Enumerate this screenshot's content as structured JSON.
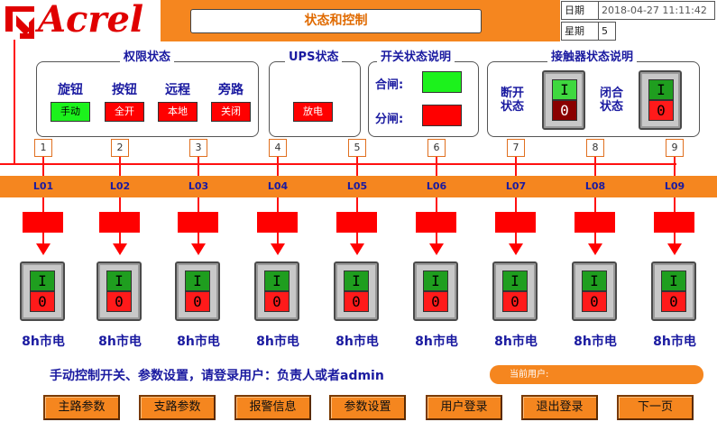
{
  "brand": {
    "logo_text": "Acrel"
  },
  "header": {
    "title": "状态和控制",
    "date_label": "日期",
    "date_value": "2018-04-27  11:11:42",
    "week_label": "星期",
    "week_value": "5"
  },
  "permissions": {
    "title": "权限状态",
    "items": [
      {
        "label": "旋钮",
        "value": "手动",
        "state": "green"
      },
      {
        "label": "按钮",
        "value": "全开",
        "state": "red"
      },
      {
        "label": "远程",
        "value": "本地",
        "state": "red"
      },
      {
        "label": "旁路",
        "value": "关闭",
        "state": "red"
      }
    ]
  },
  "ups": {
    "title": "UPS状态",
    "value": "放电"
  },
  "switch_legend": {
    "title": "开关状态说明",
    "closed_label": "合闸:",
    "open_label": "分闸:",
    "closed_color": "#1cf21c",
    "open_color": "#ff0000"
  },
  "contactor_legend": {
    "title": "接触器状态说明",
    "open_label": "断开\n状态",
    "closed_label": "闭合\n状态"
  },
  "switch_glyphs": {
    "on": "I",
    "off": "0"
  },
  "loops": [
    {
      "index": "1",
      "bus": "L01",
      "caption": "8h市电"
    },
    {
      "index": "2",
      "bus": "L02",
      "caption": "8h市电"
    },
    {
      "index": "3",
      "bus": "L03",
      "caption": "8h市电"
    },
    {
      "index": "4",
      "bus": "L04",
      "caption": "8h市电"
    },
    {
      "index": "5",
      "bus": "L05",
      "caption": "8h市电"
    },
    {
      "index": "6",
      "bus": "L06",
      "caption": "8h市电"
    },
    {
      "index": "7",
      "bus": "L07",
      "caption": "8h市电"
    },
    {
      "index": "8",
      "bus": "L08",
      "caption": "8h市电"
    },
    {
      "index": "9",
      "bus": "L09",
      "caption": "8h市电"
    }
  ],
  "footer": {
    "notice": "手动控制开关、参数设置，请登录用户：负责人或者admin",
    "current_user_label": "当前用户:",
    "buttons": [
      "主路参数",
      "支路参数",
      "报警信息",
      "参数设置",
      "用户登录",
      "退出登录",
      "下一页"
    ]
  },
  "colors": {
    "accent": "#f5861f",
    "line": "#ff1010",
    "text_blue": "#1a1aa0"
  }
}
